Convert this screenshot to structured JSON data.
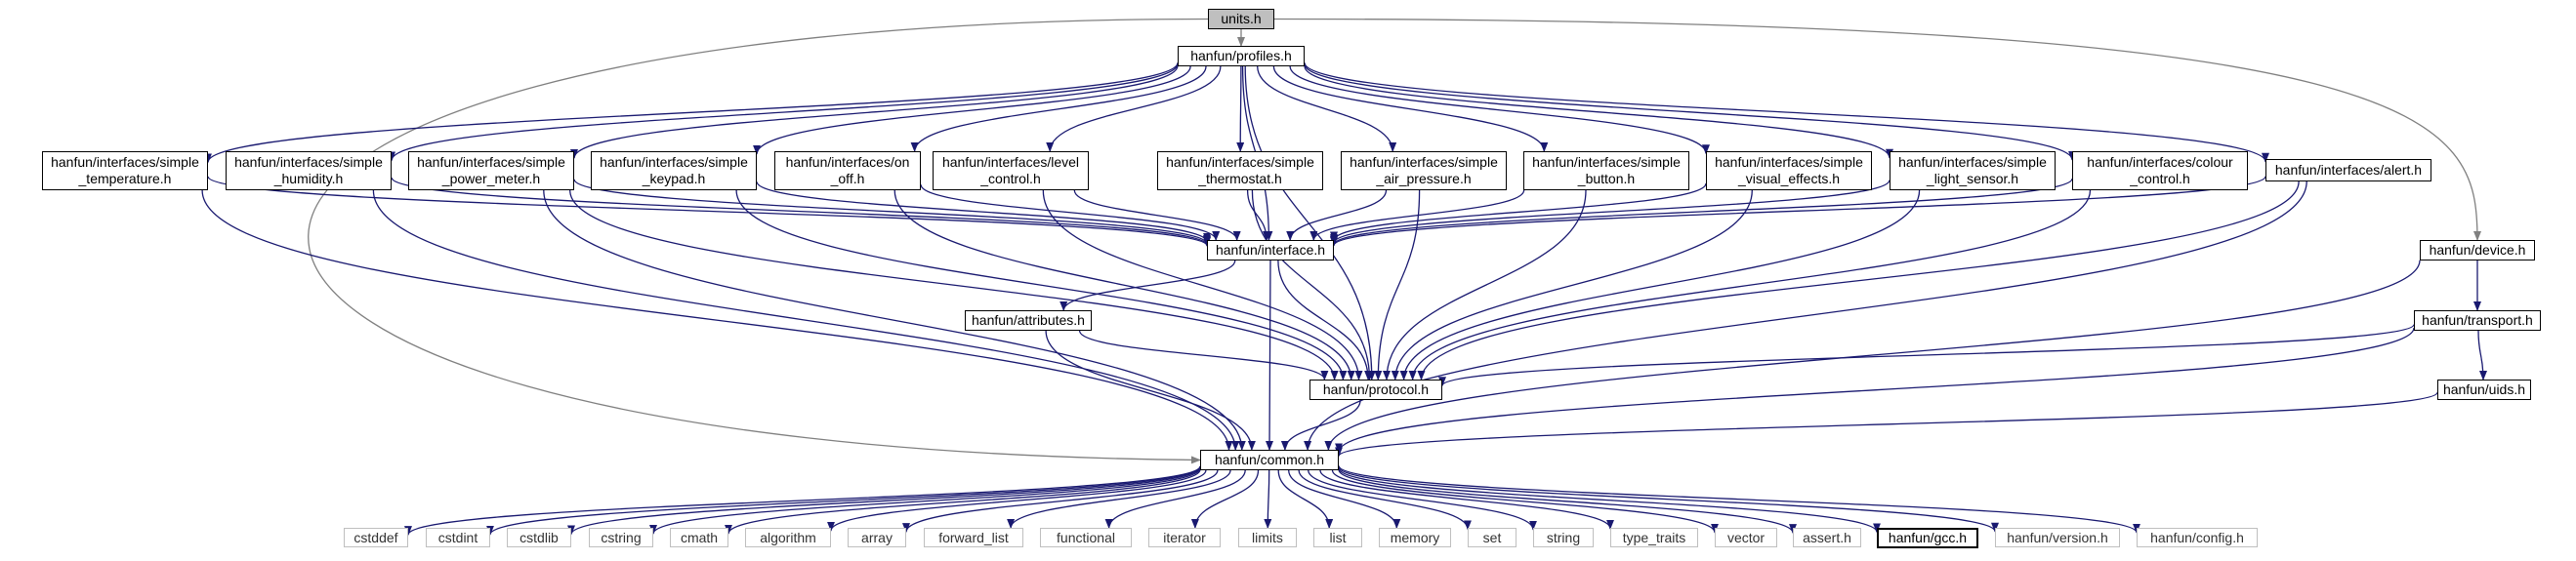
{
  "colors": {
    "edge": "#191970",
    "edge_root": "#808080",
    "root_fill": "#bfbfbf",
    "system_border": "#bfbfbf"
  },
  "nodes": {
    "units": [
      "units.h"
    ],
    "profiles": [
      "hanfun/profiles.h"
    ],
    "temperature": [
      "hanfun/interfaces/simple",
      "_temperature.h"
    ],
    "humidity": [
      "hanfun/interfaces/simple",
      "_humidity.h"
    ],
    "power_meter": [
      "hanfun/interfaces/simple",
      "_power_meter.h"
    ],
    "keypad": [
      "hanfun/interfaces/simple",
      "_keypad.h"
    ],
    "on_off": [
      "hanfun/interfaces/on",
      "_off.h"
    ],
    "level": [
      "hanfun/interfaces/level",
      "_control.h"
    ],
    "thermostat": [
      "hanfun/interfaces/simple",
      "_thermostat.h"
    ],
    "air_pressure": [
      "hanfun/interfaces/simple",
      "_air_pressure.h"
    ],
    "button": [
      "hanfun/interfaces/simple",
      "_button.h"
    ],
    "visual": [
      "hanfun/interfaces/simple",
      "_visual_effects.h"
    ],
    "light": [
      "hanfun/interfaces/simple",
      "_light_sensor.h"
    ],
    "colour": [
      "hanfun/interfaces/colour",
      "_control.h"
    ],
    "alert": [
      "hanfun/interfaces/alert.h"
    ],
    "device": [
      "hanfun/device.h"
    ],
    "interface": [
      "hanfun/interface.h"
    ],
    "attributes": [
      "hanfun/attributes.h"
    ],
    "transport": [
      "hanfun/transport.h"
    ],
    "protocol": [
      "hanfun/protocol.h"
    ],
    "uids": [
      "hanfun/uids.h"
    ],
    "common": [
      "hanfun/common.h"
    ],
    "cstddef": [
      "cstddef"
    ],
    "cstdint": [
      "cstdint"
    ],
    "cstdlib": [
      "cstdlib"
    ],
    "cstring": [
      "cstring"
    ],
    "cmath": [
      "cmath"
    ],
    "algorithm": [
      "algorithm"
    ],
    "array": [
      "array"
    ],
    "forward_list": [
      "forward_list"
    ],
    "functional": [
      "functional"
    ],
    "iterator": [
      "iterator"
    ],
    "limits": [
      "limits"
    ],
    "list": [
      "list"
    ],
    "memory": [
      "memory"
    ],
    "set": [
      "set"
    ],
    "string": [
      "string"
    ],
    "type_traits": [
      "type_traits"
    ],
    "vector": [
      "vector"
    ],
    "assert": [
      "assert.h"
    ],
    "gcc": [
      "hanfun/gcc.h"
    ],
    "version": [
      "hanfun/version.h"
    ],
    "config": [
      "hanfun/config.h"
    ]
  },
  "edges": [
    [
      "units",
      "profiles"
    ],
    [
      "units",
      "common"
    ],
    [
      "units",
      "device"
    ],
    [
      "profiles",
      "temperature"
    ],
    [
      "profiles",
      "humidity"
    ],
    [
      "profiles",
      "power_meter"
    ],
    [
      "profiles",
      "keypad"
    ],
    [
      "profiles",
      "on_off"
    ],
    [
      "profiles",
      "level"
    ],
    [
      "profiles",
      "thermostat"
    ],
    [
      "profiles",
      "air_pressure"
    ],
    [
      "profiles",
      "button"
    ],
    [
      "profiles",
      "visual"
    ],
    [
      "profiles",
      "light"
    ],
    [
      "profiles",
      "colour"
    ],
    [
      "profiles",
      "alert"
    ],
    [
      "profiles",
      "interface"
    ],
    [
      "profiles",
      "protocol"
    ],
    [
      "temperature",
      "interface"
    ],
    [
      "temperature",
      "common"
    ],
    [
      "humidity",
      "interface"
    ],
    [
      "humidity",
      "common"
    ],
    [
      "power_meter",
      "interface"
    ],
    [
      "power_meter",
      "protocol"
    ],
    [
      "power_meter",
      "common"
    ],
    [
      "keypad",
      "interface"
    ],
    [
      "keypad",
      "protocol"
    ],
    [
      "on_off",
      "interface"
    ],
    [
      "on_off",
      "protocol"
    ],
    [
      "level",
      "interface"
    ],
    [
      "level",
      "protocol"
    ],
    [
      "thermostat",
      "interface"
    ],
    [
      "thermostat",
      "protocol"
    ],
    [
      "air_pressure",
      "interface"
    ],
    [
      "air_pressure",
      "protocol"
    ],
    [
      "button",
      "interface"
    ],
    [
      "button",
      "protocol"
    ],
    [
      "visual",
      "interface"
    ],
    [
      "visual",
      "protocol"
    ],
    [
      "light",
      "interface"
    ],
    [
      "light",
      "protocol"
    ],
    [
      "colour",
      "interface"
    ],
    [
      "colour",
      "protocol"
    ],
    [
      "alert",
      "interface"
    ],
    [
      "alert",
      "protocol"
    ],
    [
      "alert",
      "common"
    ],
    [
      "interface",
      "attributes"
    ],
    [
      "interface",
      "protocol"
    ],
    [
      "interface",
      "common"
    ],
    [
      "attributes",
      "protocol"
    ],
    [
      "attributes",
      "common"
    ],
    [
      "device",
      "transport"
    ],
    [
      "device",
      "common"
    ],
    [
      "transport",
      "protocol"
    ],
    [
      "transport",
      "uids"
    ],
    [
      "transport",
      "common"
    ],
    [
      "uids",
      "common"
    ],
    [
      "protocol",
      "common"
    ],
    [
      "common",
      "cstddef"
    ],
    [
      "common",
      "cstdint"
    ],
    [
      "common",
      "cstdlib"
    ],
    [
      "common",
      "cstring"
    ],
    [
      "common",
      "cmath"
    ],
    [
      "common",
      "algorithm"
    ],
    [
      "common",
      "array"
    ],
    [
      "common",
      "forward_list"
    ],
    [
      "common",
      "functional"
    ],
    [
      "common",
      "iterator"
    ],
    [
      "common",
      "limits"
    ],
    [
      "common",
      "list"
    ],
    [
      "common",
      "memory"
    ],
    [
      "common",
      "set"
    ],
    [
      "common",
      "string"
    ],
    [
      "common",
      "type_traits"
    ],
    [
      "common",
      "vector"
    ],
    [
      "common",
      "assert"
    ],
    [
      "common",
      "gcc"
    ],
    [
      "common",
      "version"
    ],
    [
      "common",
      "config"
    ]
  ]
}
